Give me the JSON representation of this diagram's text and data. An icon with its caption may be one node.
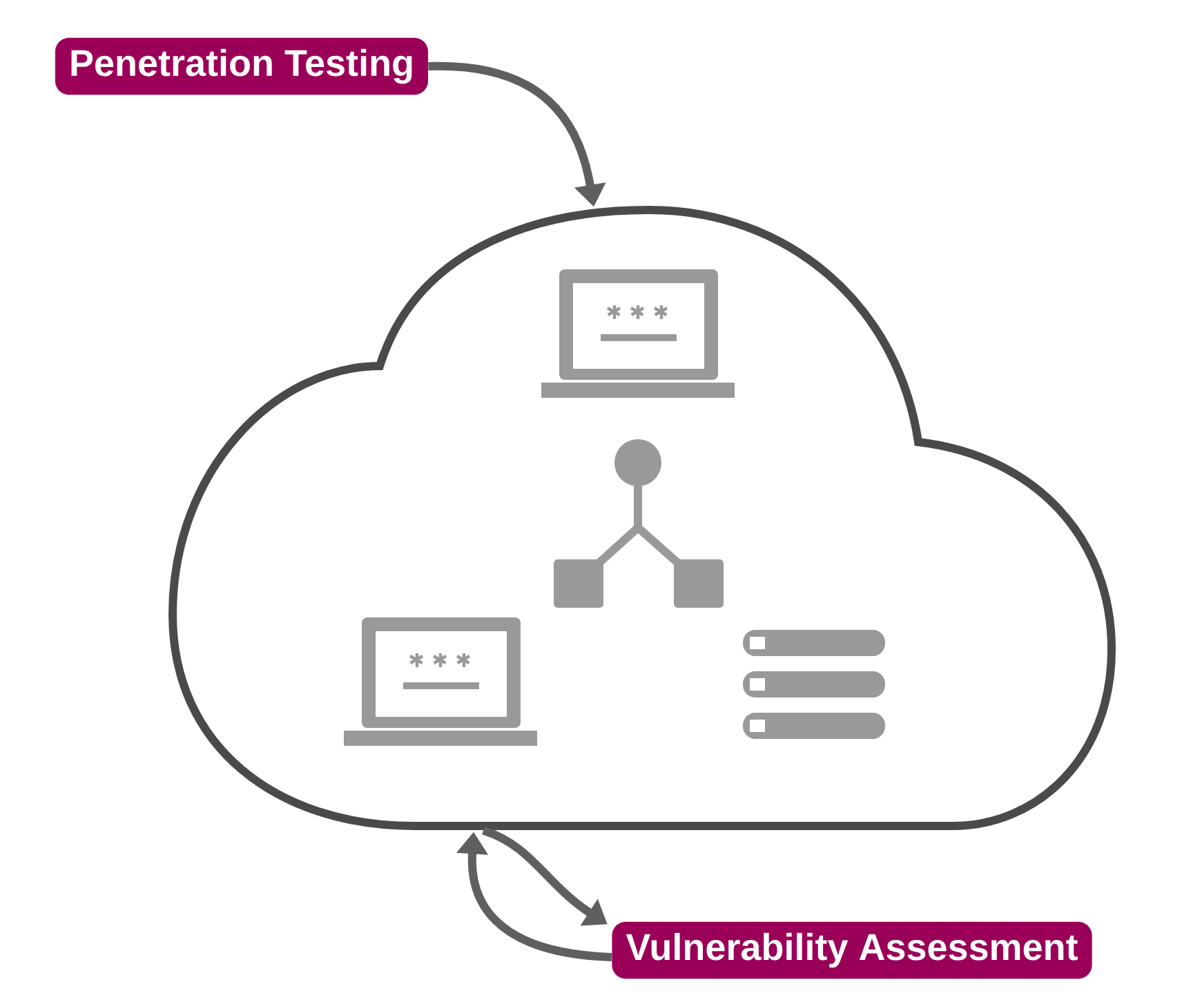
{
  "diagram": {
    "nodes": [
      {
        "text": [
          "Penetration Testing"
        ]
      },
      {
        "text": [],
        "shape": "cloud"
      },
      {
        "text": [
          "Vulnerability Assessment"
        ]
      }
    ],
    "edges": [
      {
        "from": 0,
        "to": 1,
        "arrow": "to"
      },
      {
        "from": 1,
        "to": 2,
        "arrow": "to"
      },
      {
        "from": 2,
        "to": 1,
        "arrow": "to"
      }
    ]
  }
}
